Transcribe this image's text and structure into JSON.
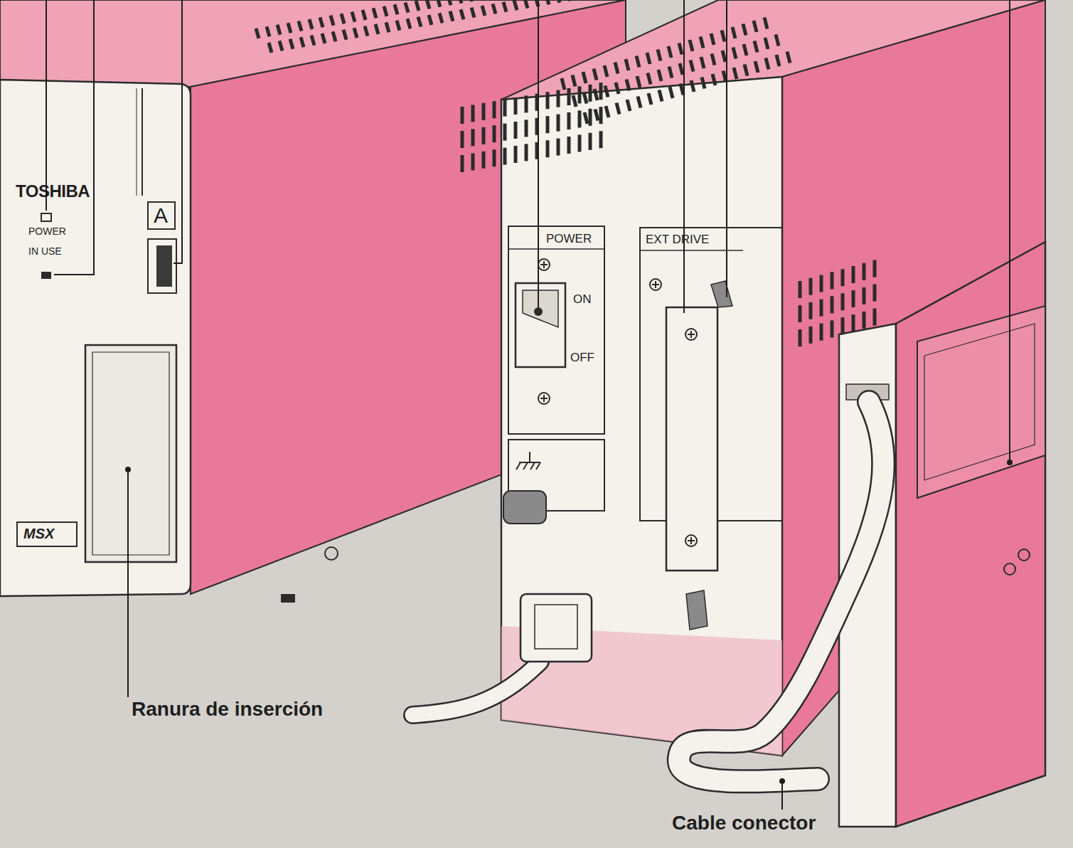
{
  "diagram": {
    "labels": [
      "Ranura de inserción",
      "Cable conector",
      "TOSHIBA",
      "POWER",
      "IN USE",
      "A",
      "MSX",
      "POWER",
      "ON",
      "OFF",
      "EXT DRIVE"
    ]
  }
}
